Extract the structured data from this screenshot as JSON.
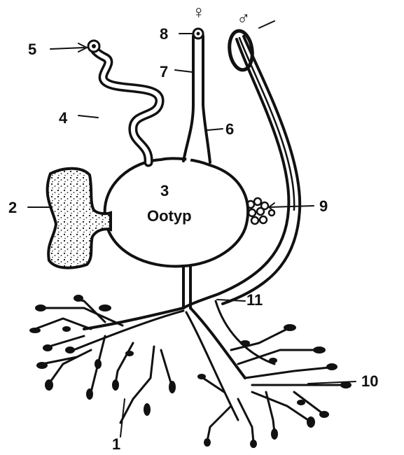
{
  "labels": {
    "n1": "1",
    "n2": "2",
    "n3": "3",
    "center_name": "Ootyp",
    "n4": "4",
    "n5": "5",
    "n6": "6",
    "n7": "7",
    "n8": "8",
    "n9": "9",
    "n10": "10",
    "n11": "11",
    "female_symbol": "♀",
    "male_symbol": "♂"
  }
}
